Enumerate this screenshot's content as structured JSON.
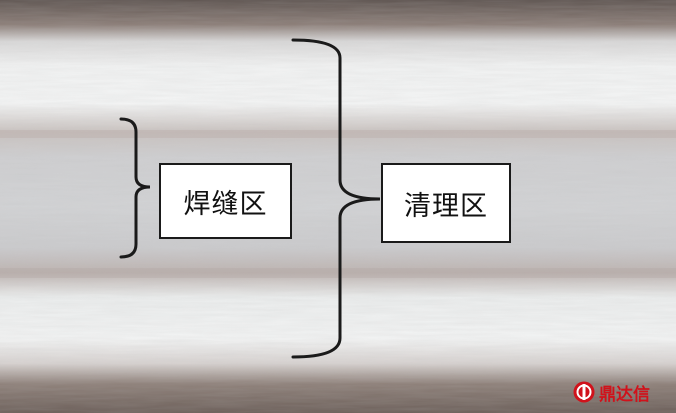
{
  "labels": {
    "weld_zone": "焊缝区",
    "clean_zone": "清理区"
  },
  "watermark": {
    "text": "鼎达信",
    "color": "#d0121b"
  },
  "icons": [
    "weld-seam-photo",
    "brand-logo-icon"
  ],
  "colors": {
    "edge_dark": "#6e615c",
    "band_light": "#eef0f0",
    "center_gray": "#cfd0d2",
    "bracket": "#1a1a1a"
  }
}
